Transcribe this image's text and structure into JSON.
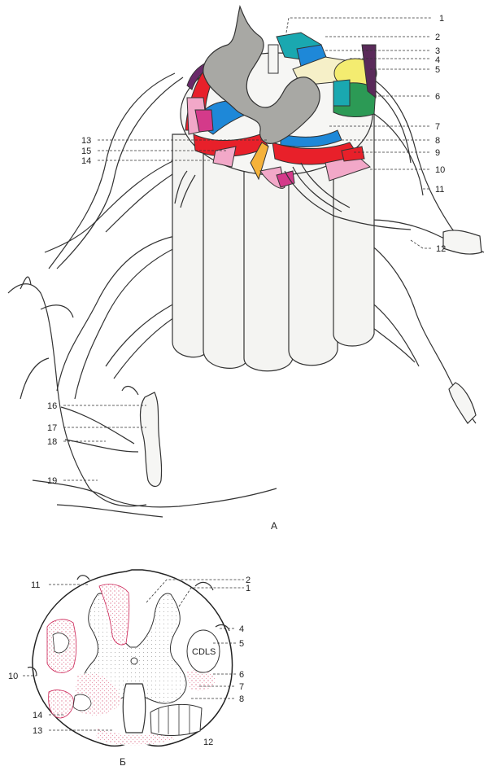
{
  "figure_a": {
    "caption": "А",
    "labels": [
      "1",
      "2",
      "3",
      "4",
      "5",
      "6",
      "7",
      "8",
      "9",
      "10",
      "11",
      "12",
      "13",
      "14",
      "15",
      "16",
      "17",
      "18",
      "19"
    ]
  },
  "figure_b": {
    "caption": "Б",
    "labels": [
      "1",
      "2",
      "4",
      "5",
      "6",
      "7",
      "8",
      "10",
      "11",
      "12",
      "13",
      "14"
    ],
    "inner_text": "CDLS"
  },
  "colors": {
    "gray_matter": "#a8a8a4",
    "red": "#e8202a",
    "blue": "#1e88d8",
    "teal": "#1aa8b0",
    "green": "#2c9a55",
    "yellow": "#f4ec70",
    "pink": "#f2a8c8",
    "orange": "#f5b23a",
    "magenta": "#d43a8a",
    "cream": "#f6f0c8",
    "dots_pink": "#e89aa8"
  }
}
